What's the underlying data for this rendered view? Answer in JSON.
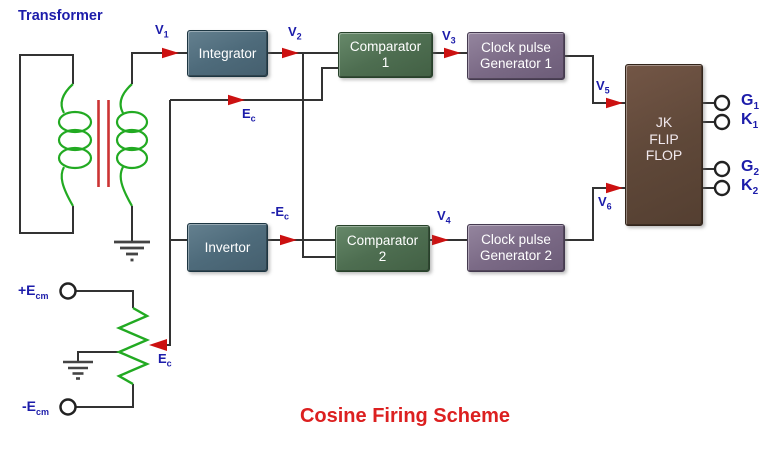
{
  "title": "Cosine Firing Scheme",
  "transformer_label": "Transformer",
  "blocks": {
    "integrator": {
      "label": "Integrator"
    },
    "invertor": {
      "label": "Invertor"
    },
    "comparator1": {
      "line1": "Comparator",
      "line2": "1"
    },
    "comparator2": {
      "line1": "Comparator",
      "line2": "2"
    },
    "clock_gen1": {
      "line1": "Clock pulse",
      "line2": "Generator 1"
    },
    "clock_gen2": {
      "line1": "Clock pulse",
      "line2": "Generator 2"
    },
    "jk_flip_flop": {
      "line1": "JK",
      "line2": "FLIP",
      "line3": "FLOP"
    }
  },
  "signals": {
    "v1": {
      "base": "V",
      "sub": "1"
    },
    "v2": {
      "base": "V",
      "sub": "2"
    },
    "v3": {
      "base": "V",
      "sub": "3"
    },
    "v4": {
      "base": "V",
      "sub": "4"
    },
    "v5": {
      "base": "V",
      "sub": "5"
    },
    "v6": {
      "base": "V",
      "sub": "6"
    },
    "ec_top": {
      "base": "E",
      "sub": "c"
    },
    "neg_ec": {
      "base": "-E",
      "sub": "c"
    },
    "ec_pot": {
      "base": "E",
      "sub": "c"
    },
    "pos_ecm": {
      "base": "+E",
      "sub": "cm"
    },
    "neg_ecm": {
      "base": "-E",
      "sub": "cm"
    }
  },
  "outputs": {
    "g1": {
      "base": "G",
      "sub": "1"
    },
    "k1": {
      "base": "K",
      "sub": "1"
    },
    "g2": {
      "base": "G",
      "sub": "2"
    },
    "k2": {
      "base": "K",
      "sub": "2"
    }
  },
  "colors": {
    "label_blue": "#1c1caa",
    "title_red": "#dc2020",
    "arrow_red": "#cc1111",
    "wire_dark": "#333333",
    "coil_green": "#22aa22",
    "core_red": "#cc3333",
    "block_slate": "#4e6b7b",
    "block_green": "#4e6e51",
    "block_purple": "#7b6a86",
    "block_brown": "#5f4839"
  }
}
